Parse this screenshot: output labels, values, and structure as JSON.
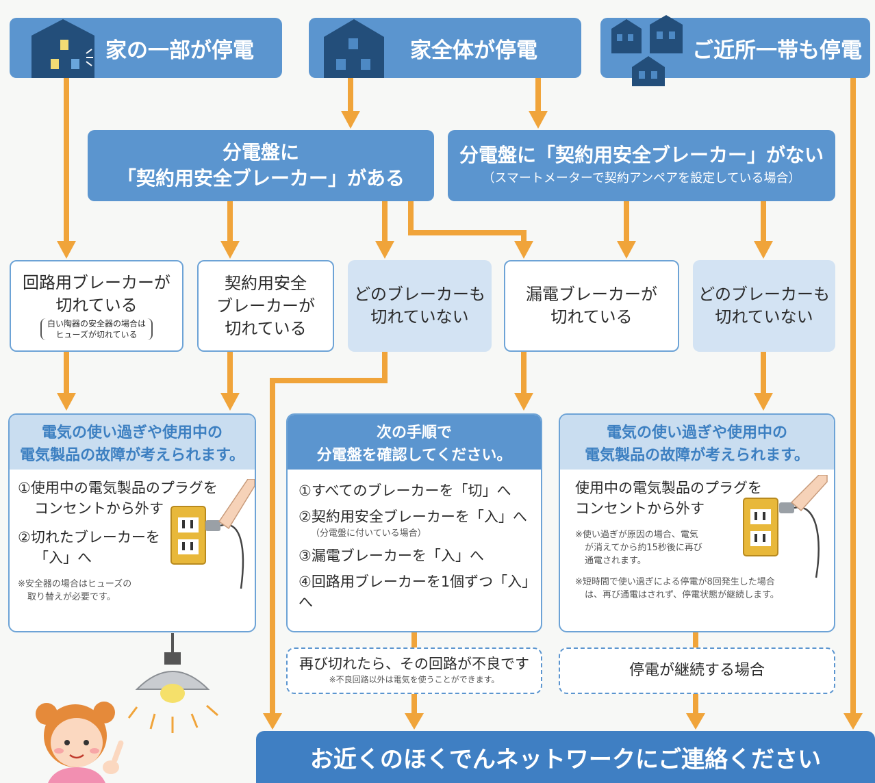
{
  "top": {
    "part": "家の一部が停電",
    "whole": "家全体が停電",
    "neighborhood": "ご近所一帯も停電"
  },
  "mid": {
    "has_breaker_l1": "分電盤に",
    "has_breaker_l2": "「契約用安全ブレーカー」がある",
    "no_breaker_l1": "分電盤に「契約用安全ブレーカー」がない",
    "no_breaker_l2": "（スマートメーターで契約アンペアを設定している場合）"
  },
  "states": {
    "circuit_l1": "回路用ブレーカーが",
    "circuit_l2": "切れている",
    "circuit_note_l1": "白い陶器の安全器の場合は",
    "circuit_note_l2": "ヒューズが切れている",
    "contract_l1": "契約用安全",
    "contract_l2": "ブレーカーが",
    "contract_l3": "切れている",
    "none1_l1": "どのブレーカーも",
    "none1_l2": "切れていない",
    "leak_l1": "漏電ブレーカーが",
    "leak_l2": "切れている",
    "none2_l1": "どのブレーカーも",
    "none2_l2": "切れていない"
  },
  "left_panel": {
    "head_l1": "電気の使い過ぎや使用中の",
    "head_l2": "電気製品の故障が考えられます。",
    "step1_l1": "①使用中の電気製品のプラグを",
    "step1_l2": "コンセントから外す",
    "step2_l1": "②切れたブレーカーを",
    "step2_l2": "「入」へ",
    "note_l1": "※安全器の場合はヒューズの",
    "note_l2": "取り替えが必要です。"
  },
  "center_panel": {
    "head_l1": "次の手順で",
    "head_l2": "分電盤を確認してください。",
    "step1": "①すべてのブレーカーを「切」へ",
    "step2": "②契約用安全ブレーカーを「入」へ",
    "step2_note": "（分電盤に付いている場合）",
    "step3": "③漏電ブレーカーを「入」へ",
    "step4": "④回路用ブレーカーを1個ずつ「入」へ"
  },
  "right_panel": {
    "head_l1": "電気の使い過ぎや使用中の",
    "head_l2": "電気製品の故障が考えられます。",
    "step_l1": "使用中の電気製品のプラグを",
    "step_l2": "コンセントから外す",
    "note1_l1": "※使い過ぎが原因の場合、電気",
    "note1_l2": "が消えてから約15秒後に再び",
    "note1_l3": "通電されます。",
    "note2_l1": "※短時間で使い過ぎによる停電が8回発生した場合",
    "note2_l2": "は、再び通電はされず、停電状態が継続します。"
  },
  "dashed": {
    "center_l1": "再び切れたら、その回路が不良です",
    "center_l2": "※不良回路以外は電気を使うことができます。",
    "right": "停電が継続する場合"
  },
  "final": "お近くのほくでんネットワークにご連絡ください",
  "colors": {
    "primary_blue": "#5b95cf",
    "dark_blue": "#3f7fc3",
    "light_blue": "#d3e3f3",
    "arrow_orange": "#f0a43a",
    "outlet_yellow": "#e8b83a"
  }
}
